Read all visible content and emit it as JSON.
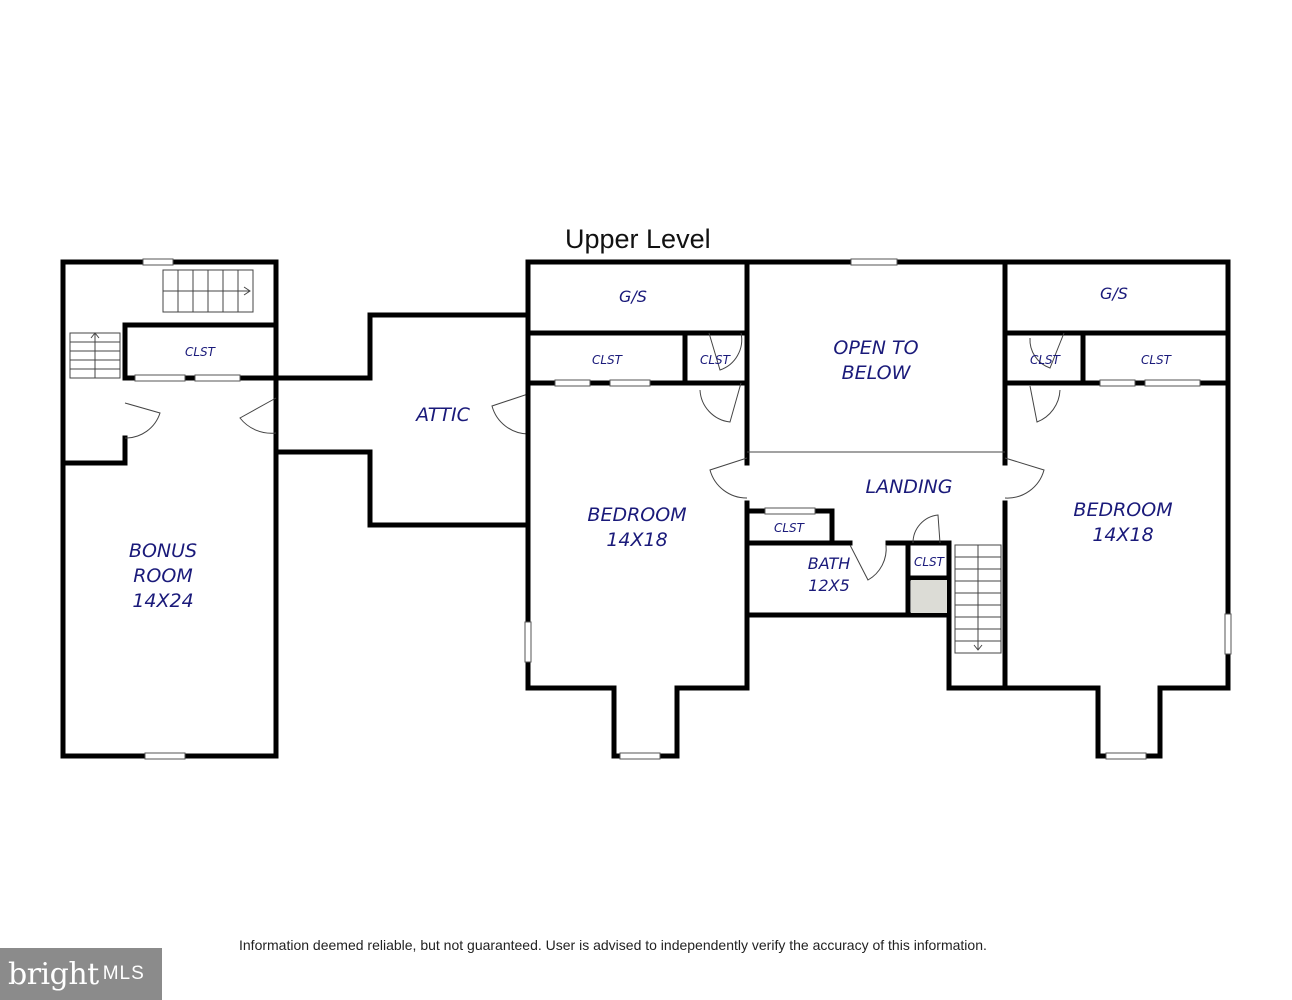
{
  "title": "Upper Level",
  "disclaimer": "Information deemed reliable, but not guaranteed.  User is advised to independently verify the accuracy of this information.",
  "logo": {
    "word": "bright",
    "sub": "MLS"
  },
  "rooms": {
    "bonus_line1": "BONUS",
    "bonus_line2": "ROOM",
    "bonus_dims": "14X24",
    "bonus_closet": "CLST",
    "attic": "ATTIC",
    "gs_left": "G/S",
    "gs_right": "G/S",
    "closet_bed1_a": "CLST",
    "closet_bed1_b": "CLST",
    "bed1_name": "BEDROOM",
    "bed1_dims": "14X18",
    "open_line1": "OPEN TO",
    "open_line2": "BELOW",
    "landing": "LANDING",
    "closet_landing": "CLST",
    "bath_name": "BATH",
    "bath_dims": "12X5",
    "closet_stair": "CLST",
    "closet_bed2_a": "CLST",
    "closet_bed2_b": "CLST",
    "bed2_name": "BEDROOM",
    "bed2_dims": "14X18"
  },
  "colors": {
    "label": "#1a1a7a",
    "wall": "#000000",
    "logo_bg": "#8b8b8b"
  }
}
